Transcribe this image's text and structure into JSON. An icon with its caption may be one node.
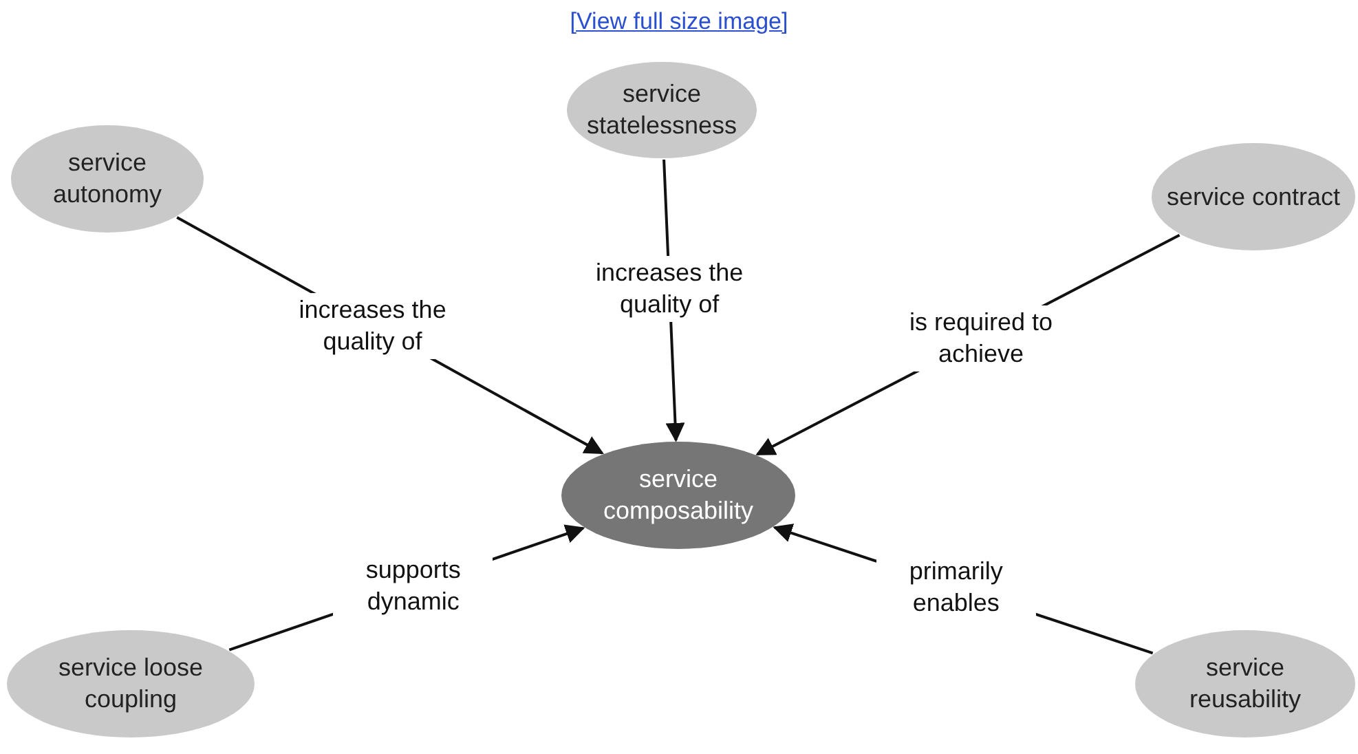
{
  "diagram": {
    "nodes": [
      {
        "text": [
          "service statelessness"
        ]
      },
      {
        "text": [
          "service autonomy"
        ]
      },
      {
        "text": [
          "service contract"
        ]
      },
      {
        "text": [
          "service composability"
        ]
      },
      {
        "text": [
          "service loose coupling"
        ]
      },
      {
        "text": [
          "service reusability"
        ]
      }
    ],
    "edges": [
      {
        "from": 1,
        "to": 3,
        "arrow": "to",
        "label": "increases the quality of"
      },
      {
        "from": 0,
        "to": 3,
        "arrow": "to",
        "label": "increases the quality of"
      },
      {
        "from": 2,
        "to": 3,
        "arrow": "to",
        "label": "is required to achieve"
      },
      {
        "from": 4,
        "to": 3,
        "arrow": "to",
        "label": "supports dynamic"
      },
      {
        "from": 5,
        "to": 3,
        "arrow": "to",
        "label": "primarily enables"
      }
    ],
    "labels": [
      "[View full size image]"
    ]
  }
}
